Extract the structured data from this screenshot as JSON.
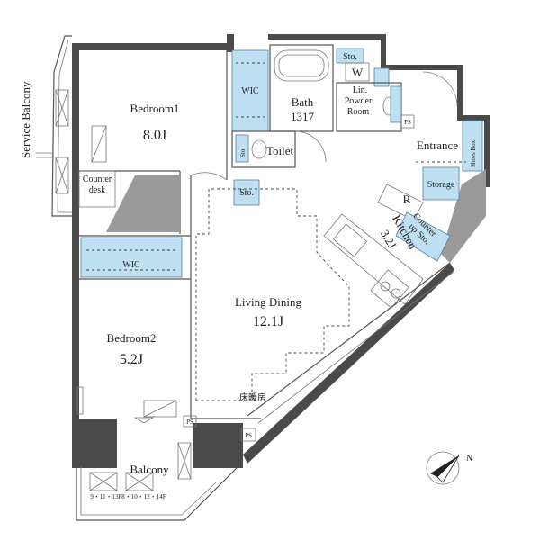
{
  "rooms": {
    "bedroom1": {
      "name": "Bedroom1",
      "size": "8.0J"
    },
    "bedroom2": {
      "name": "Bedroom2",
      "size": "5.2J"
    },
    "living": {
      "name": "Living Dining",
      "size": "12.1J"
    },
    "kitchen": {
      "name": "Kitchen",
      "size": "3.2J"
    },
    "bath": {
      "name": "Bath",
      "size": "1317"
    }
  },
  "labels": {
    "service_balcony": "Service Balcony",
    "balcony": "Balcony",
    "counter_desk_1": "Counter",
    "counter_desk_2": "desk",
    "wic_upper": "WIC",
    "wic_lower": "WIC",
    "toilet": "Toilet",
    "sto_bath": "Sto.",
    "w": "W",
    "lin": "Lin.",
    "powder_room_1": "Powder",
    "powder_room_2": "Room",
    "ps_top": "PS",
    "entrance": "Entrance",
    "shoes_box": "Shoes Box",
    "storage": "Storage",
    "sto_hall": "Sto.",
    "sto_toilet": "Sto.",
    "r": "R",
    "counter_up_sto_1": "Counter",
    "counter_up_sto_2": "up Sto.",
    "floor_heating": "床暖房",
    "ps_living": "PS",
    "ps_balcony": "PS",
    "balcony_floors_left": "9・11・13F",
    "balcony_floors_right": "8・10・12・14F",
    "north": "N"
  },
  "colors": {
    "wall": "#4a4a4a",
    "storage_fill": "#bfe0f3"
  }
}
